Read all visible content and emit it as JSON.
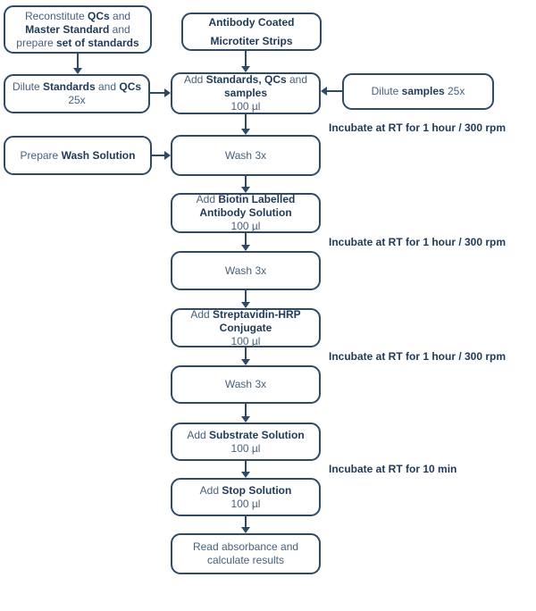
{
  "diagram": {
    "colors": {
      "line": "#2e4a66",
      "text": "#47617c",
      "bold": "#1e3a56",
      "background": "#ffffff"
    },
    "nodes": [
      {
        "id": "reconstitute-standards",
        "lines": [
          [
            {
              "t": "Reconstitute "
            },
            {
              "t": "QCs",
              "b": 1
            },
            {
              "t": " and"
            }
          ],
          [
            {
              "t": "Master Standard",
              "b": 1
            },
            {
              "t": " and"
            }
          ],
          [
            {
              "t": "prepare "
            },
            {
              "t": "set of standards",
              "b": 1
            }
          ]
        ]
      },
      {
        "id": "antibody-coated-strips",
        "lines": [
          [
            {
              "t": "Antibody Coated",
              "b": 1
            }
          ],
          [
            {
              "t": "Microtiter Strips",
              "b": 1
            }
          ]
        ]
      },
      {
        "id": "dilute-standards-qcs",
        "lines": [
          [
            {
              "t": "Dilute "
            },
            {
              "t": "Standards",
              "b": 1
            },
            {
              "t": " and "
            },
            {
              "t": "QCs",
              "b": 1
            }
          ],
          [
            {
              "t": "25x"
            }
          ]
        ]
      },
      {
        "id": "add-standards-qcs-samples",
        "lines": [
          [
            {
              "t": "Add "
            },
            {
              "t": "Standards, QCs",
              "b": 1
            },
            {
              "t": " and"
            }
          ],
          [
            {
              "t": "samples",
              "b": 1
            }
          ],
          [
            {
              "t": "100 µl"
            }
          ]
        ]
      },
      {
        "id": "dilute-samples",
        "lines": [
          [
            {
              "t": "Dilute "
            },
            {
              "t": "samples",
              "b": 1
            },
            {
              "t": " 25x"
            }
          ]
        ]
      },
      {
        "id": "prepare-wash-solution",
        "lines": [
          [
            {
              "t": "Prepare "
            },
            {
              "t": "Wash Solution",
              "b": 1
            }
          ]
        ]
      },
      {
        "id": "wash-3x-1",
        "lines": [
          [
            {
              "t": "Wash 3x"
            }
          ]
        ]
      },
      {
        "id": "add-biotin-antibody",
        "lines": [
          [
            {
              "t": "Add "
            },
            {
              "t": "Biotin Labelled",
              "b": 1
            }
          ],
          [
            {
              "t": "Antibody Solution",
              "b": 1
            }
          ],
          [
            {
              "t": "100 µl"
            }
          ]
        ]
      },
      {
        "id": "wash-3x-2",
        "lines": [
          [
            {
              "t": "Wash 3x"
            }
          ]
        ]
      },
      {
        "id": "add-streptavidin-hrp",
        "lines": [
          [
            {
              "t": "Add "
            },
            {
              "t": "Streptavidin-HRP",
              "b": 1
            }
          ],
          [
            {
              "t": "Conjugate",
              "b": 1
            }
          ],
          [
            {
              "t": "100 µl"
            }
          ]
        ]
      },
      {
        "id": "wash-3x-3",
        "lines": [
          [
            {
              "t": "Wash 3x"
            }
          ]
        ]
      },
      {
        "id": "add-substrate-solution",
        "lines": [
          [
            {
              "t": "Add "
            },
            {
              "t": "Substrate Solution",
              "b": 1
            }
          ],
          [
            {
              "t": "100 µl"
            }
          ]
        ]
      },
      {
        "id": "add-stop-solution",
        "lines": [
          [
            {
              "t": "Add "
            },
            {
              "t": "Stop Solution",
              "b": 1
            }
          ],
          [
            {
              "t": "100 µl"
            }
          ]
        ]
      },
      {
        "id": "read-absorbance",
        "lines": [
          [
            {
              "t": "Read absorbance and"
            }
          ],
          [
            {
              "t": "calculate results"
            }
          ]
        ]
      }
    ],
    "annotations": [
      {
        "text": "Incubate at RT for 1 hour / 300 rpm"
      },
      {
        "text": "Incubate at RT for 1 hour / 300 rpm"
      },
      {
        "text": "Incubate at RT for 1 hour / 300 rpm"
      },
      {
        "text": "Incubate at RT for 10 min"
      }
    ]
  }
}
